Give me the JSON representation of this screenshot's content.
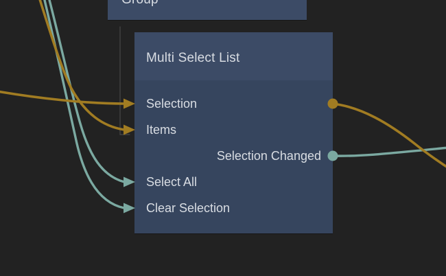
{
  "colors": {
    "background": "#222222",
    "node_header": "#3c4b66",
    "node_body": "#36455e",
    "text": "#d9dde3",
    "gold_wire": "#a17c22",
    "teal_wire": "#7ba9a1",
    "faint_line": "#484848"
  },
  "group_node": {
    "title": "Group"
  },
  "msl_node": {
    "title": "Multi Select List",
    "ports": [
      {
        "label": "Selection",
        "direction": "input-output",
        "wire_color": "gold"
      },
      {
        "label": "Items",
        "direction": "input",
        "wire_color": "gold"
      },
      {
        "label": "Selection Changed",
        "direction": "output",
        "wire_color": "teal"
      },
      {
        "label": "Select All",
        "direction": "input",
        "wire_color": "teal"
      },
      {
        "label": "Clear Selection",
        "direction": "input",
        "wire_color": "teal"
      }
    ]
  }
}
